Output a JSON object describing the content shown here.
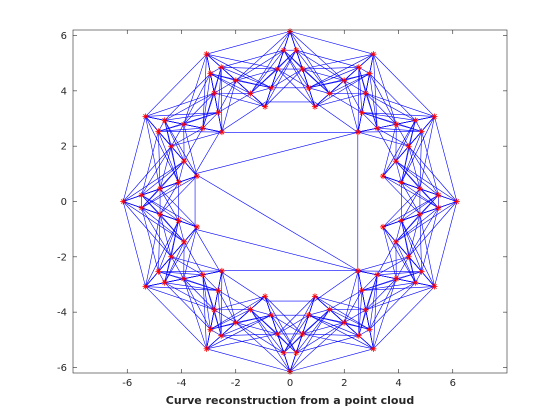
{
  "chart_data": {
    "type": "scatter",
    "title": "",
    "xlabel": "Curve reconstruction from a point cloud",
    "ylabel": "",
    "xlim": [
      -8,
      8
    ],
    "ylim": [
      -6.2,
      6.2
    ],
    "x_ticks": [
      -6,
      -4,
      -2,
      0,
      2,
      4,
      6
    ],
    "x_tick_labels": [
      "-6",
      "-4",
      "-2",
      "0",
      "2",
      "4",
      "6"
    ],
    "y_ticks": [
      -6,
      -4,
      -2,
      0,
      2,
      4,
      6
    ],
    "y_tick_labels": [
      "-6",
      "-4",
      "-2",
      "0",
      "2",
      "4",
      "6"
    ],
    "grid": false,
    "line_color": "#0000ff",
    "marker_color": "#ff0000",
    "marker": "*",
    "curve": {
      "shape": "star",
      "points_count": 12,
      "outer_radius": 6.15,
      "inner_radius": 3.55,
      "tip_angle_deg": 0,
      "samples_per_edge": 4
    },
    "inner_quad": [
      [
        -3.5,
        1.0
      ],
      [
        -3.5,
        -1.0
      ],
      [
        2.5,
        -2.5
      ],
      [
        2.5,
        2.5
      ],
      [
        -2.6,
        2.5
      ],
      [
        -2.6,
        -2.5
      ],
      [
        0.9,
        3.6
      ],
      [
        -0.9,
        3.6
      ],
      [
        0.9,
        -3.6
      ],
      [
        -0.9,
        -3.6
      ]
    ]
  }
}
